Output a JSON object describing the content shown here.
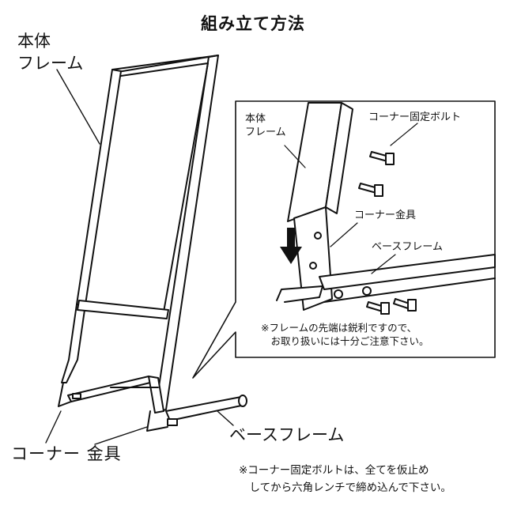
{
  "title": "組み立て方法",
  "labels": {
    "main_frame": "本体\nフレーム",
    "corner_bracket": "コーナー 金具",
    "base_frame": "ベースフレーム"
  },
  "detail": {
    "main_frame": "本体\nフレーム",
    "corner_bolt": "コーナー固定ボルト",
    "corner_bracket": "コーナー金具",
    "base_frame": "ベースフレーム",
    "warning": "※フレームの先端は鋭利ですので、\n　お取り扱いには十分ご注意下さい。"
  },
  "bottom_note": "※コーナー固定ボルトは、全てを仮止め\n　してから六角レンチで締め込んで下さい。"
}
